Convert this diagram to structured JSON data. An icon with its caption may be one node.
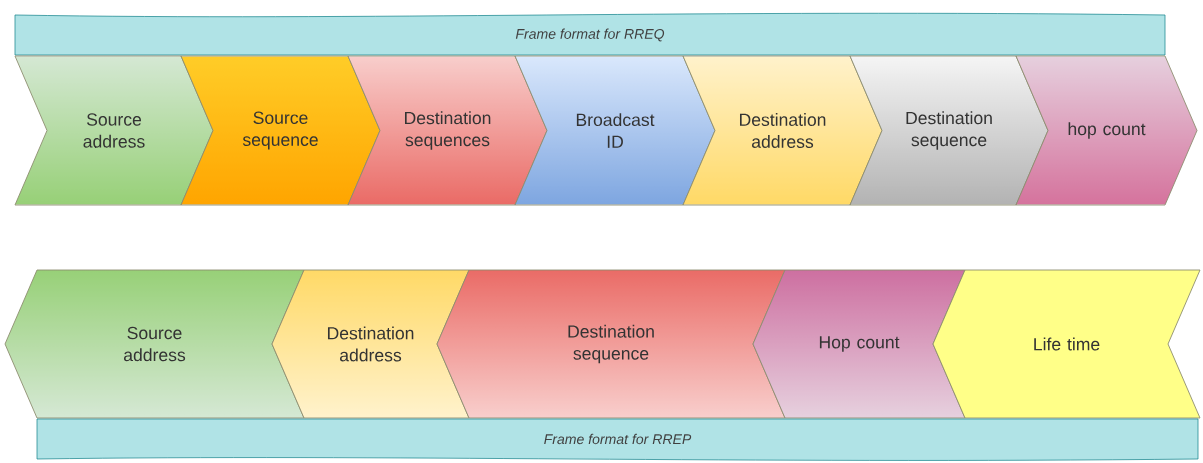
{
  "diagram": {
    "nodes": [
      {
        "text": [
          "Frame format for RREQ"
        ]
      },
      {
        "text": [
          "Source address"
        ]
      },
      {
        "text": [
          "Source sequence"
        ]
      },
      {
        "text": [
          "Destination sequences"
        ]
      },
      {
        "text": [
          "Broadcast ID"
        ]
      },
      {
        "text": [
          "Destination address"
        ]
      },
      {
        "text": [
          "Destination sequence"
        ]
      },
      {
        "text": [
          "hop count"
        ]
      },
      {
        "text": [
          "Source address"
        ]
      },
      {
        "text": [
          "Destination address"
        ]
      },
      {
        "text": [
          "Destination sequence"
        ]
      },
      {
        "text": [
          "Hop count"
        ]
      },
      {
        "text": [
          "Life time"
        ]
      },
      {
        "text": [
          "Frame format for RREP"
        ]
      }
    ]
  }
}
